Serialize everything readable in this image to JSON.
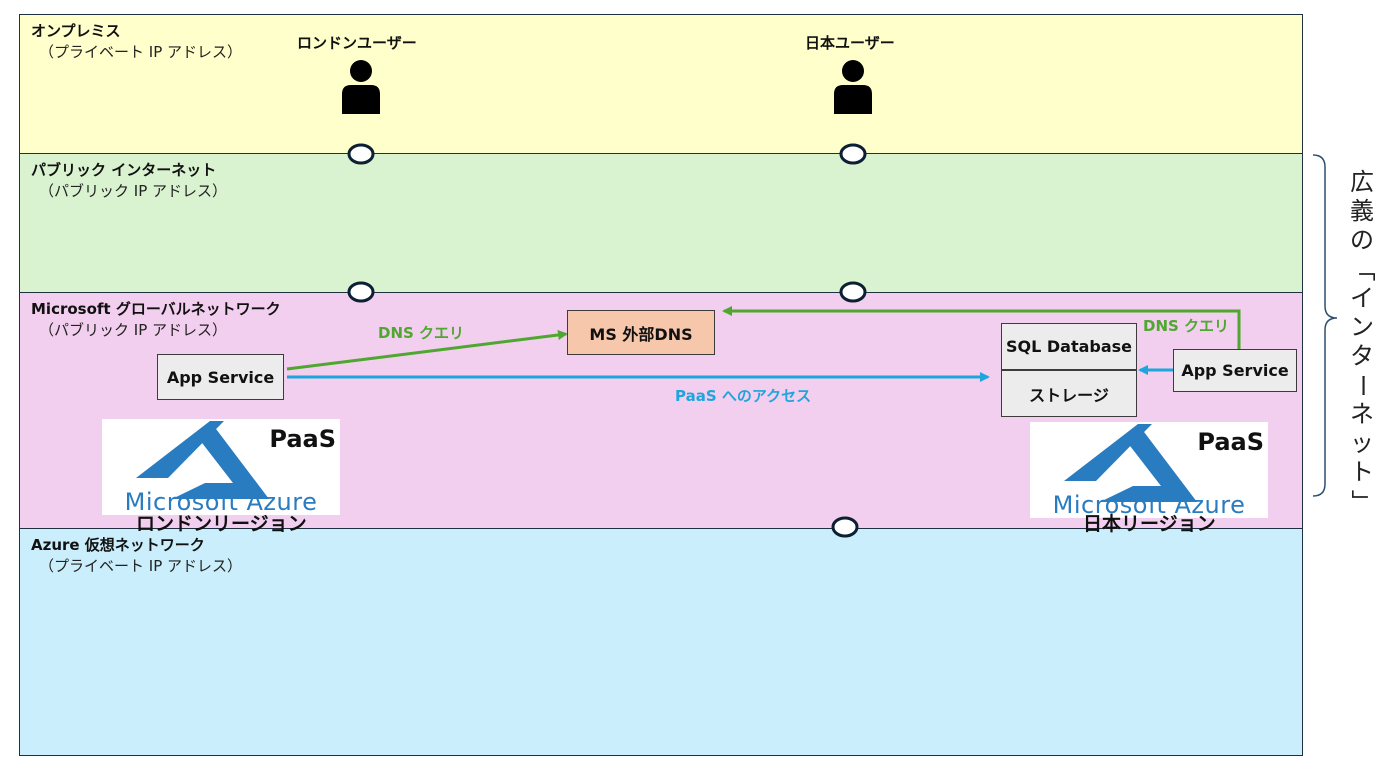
{
  "layers": {
    "onprem": {
      "title": "オンプレミス",
      "subtitle": "（プライベート IP アドレス）"
    },
    "internet": {
      "title": "パブリック インターネット",
      "subtitle": "（パブリック IP アドレス）"
    },
    "msnet": {
      "title": "Microsoft グローバルネットワーク",
      "subtitle": "（パブリック IP アドレス）"
    },
    "vnet": {
      "title": "Azure 仮想ネットワーク",
      "subtitle": "（プライベート IP アドレス）"
    }
  },
  "users": {
    "london": "ロンドンユーザー",
    "japan": "日本ユーザー"
  },
  "boxes": {
    "ms_dns": "MS 外部DNS",
    "app_service_london": "App Service",
    "app_service_japan": "App Service",
    "sql_database": "SQL Database",
    "storage": "ストレージ"
  },
  "arrows": {
    "dns_query_london": "DNS クエリ",
    "dns_query_japan": "DNS クエリ",
    "paas_access": "PaaS へのアクセス"
  },
  "logos": {
    "paas_label": "PaaS",
    "azure_wordmark": "Microsoft Azure"
  },
  "regions": {
    "london": "ロンドンリージョン",
    "japan": "日本リージョン"
  },
  "side_label": "広義の「インターネット」",
  "colors": {
    "onprem_bg": "#ffffcc",
    "internet_bg": "#d9f2d0",
    "msnet_bg": "#f2ceef",
    "vnet_bg": "#caeefb",
    "dns_box_bg": "#f7c7ac",
    "dns_arrow": "#4ea72e",
    "access_arrow": "#1ea5dc",
    "azure_blue": "#2a7cc1"
  }
}
